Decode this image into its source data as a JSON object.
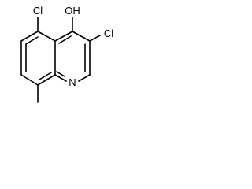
{
  "colors": {
    "bond": "#000000",
    "label": "#000000",
    "background": "#ffffff"
  },
  "atoms": {
    "cl5": "Cl",
    "oh4": "OH",
    "cl3": "Cl",
    "n1": "N"
  }
}
